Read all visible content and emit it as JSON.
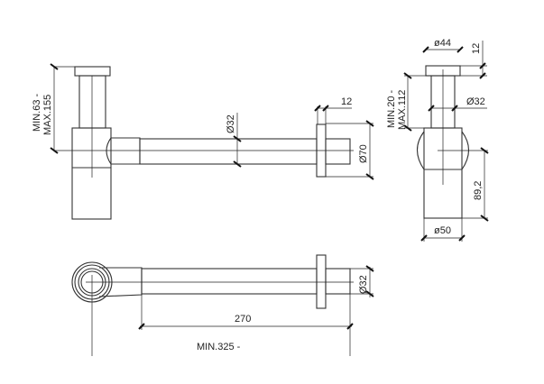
{
  "side_view": {
    "height_range": [
      "MIN.63 -",
      "MAX.155"
    ],
    "pipe_diameter": "Ø32",
    "flange_thickness": "12",
    "flange_diameter": "Ø70"
  },
  "front_view": {
    "cap_diameter": "ø44",
    "cap_height": "12",
    "height_range": [
      "MIN.20 -",
      "MAX.112"
    ],
    "stem_diameter": "Ø32",
    "body_height": "89,2",
    "body_diameter": "ø50"
  },
  "top_view": {
    "pipe_diameter": "Ø32",
    "pipe_length": "270",
    "total_length": "MIN.325 -"
  }
}
